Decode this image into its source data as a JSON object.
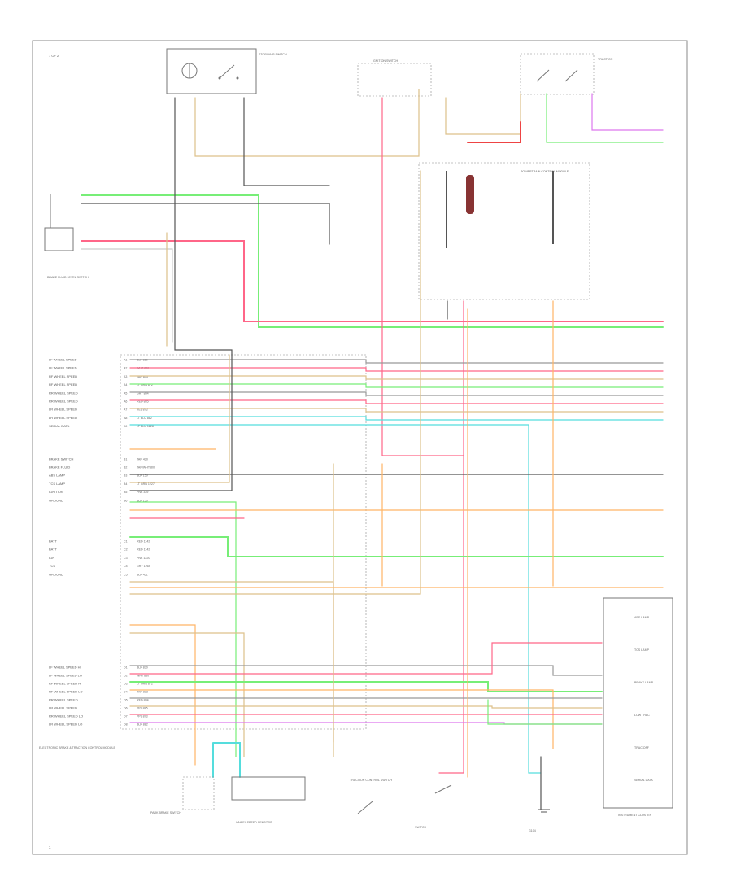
{
  "diagram": {
    "system_label": "1 OF 2",
    "page_tag": "1",
    "colors": {
      "grn": "#77ee77",
      "pnk": "#ff6688",
      "blk": "#555555",
      "tan": "#ddc08a",
      "gry": "#999999",
      "ltblu": "#55dddd",
      "ppl": "#dd77ee",
      "org": "#ffb566",
      "red": "#ee4444",
      "wht": "#cccccc"
    },
    "components": {
      "stoplamp_switch": "STOPLAMP SWITCH",
      "ignition_switch": "IGNITION SWITCH",
      "brake_fluid_switch": "BRAKE FLUID LEVEL SWITCH",
      "ebcm": "ELECTRONIC BRAKE & TRACTION CONTROL MODULE",
      "pcm": "POWERTRAIN CONTROL MODULE",
      "traction_switch": "TRACTION CONTROL SWITCH",
      "park_brake_switch": "PARK BRAKE SWITCH",
      "wheel_speed_sensors": "WHEEL SPEED SENSORS",
      "right_connector": "INSTRUMENT CLUSTER",
      "ground": "G104"
    },
    "ebcm_pins": [
      {
        "label": "LF WHEEL SPEED",
        "pin": "A1",
        "wire": "BLK 830"
      },
      {
        "label": "LF WHEEL SPEED",
        "pin": "A2",
        "wire": "WHT 830"
      },
      {
        "label": "RF WHEEL SPEED",
        "pin": "A3",
        "wire": "TAN 833"
      },
      {
        "label": "RF WHEEL SPEED",
        "pin": "A4",
        "wire": "LT GRN 872"
      },
      {
        "label": "RR WHEEL SPEED",
        "pin": "A5",
        "wire": "GRY 884"
      },
      {
        "label": "RR WHEEL SPEED",
        "pin": "A6",
        "wire": "RED 885"
      },
      {
        "label": "LR WHEEL SPEED",
        "pin": "A7",
        "wire": "YEL 873"
      },
      {
        "label": "LR WHEEL SPEED",
        "pin": "A8",
        "wire": "LT BLU 882"
      },
      {
        "label": "SERIAL DATA",
        "pin": "A9",
        "wire": "LT BLU 1228"
      },
      {
        "label": "BRAKE SWITCH",
        "pin": "B1",
        "wire": "TAN 420"
      },
      {
        "label": "BRAKE FLUID",
        "pin": "B2",
        "wire": "TAN/WHT 800"
      },
      {
        "label": "ABS LAMP",
        "pin": "B3",
        "wire": "BLK 150"
      },
      {
        "label": "TCS LAMP",
        "pin": "B4",
        "wire": "LT GRN 1227"
      },
      {
        "label": "IGNITION",
        "pin": "B5",
        "wire": "PNK 339"
      },
      {
        "label": "GROUND",
        "pin": "B6",
        "wire": "BLK 150"
      },
      {
        "label": "BATT",
        "pin": "C1",
        "wire": "RED 1142"
      },
      {
        "label": "BATT",
        "pin": "C2",
        "wire": "RED 1142"
      },
      {
        "label": "IGN",
        "pin": "C3",
        "wire": "PNK 1220"
      },
      {
        "label": "TCS",
        "pin": "C4",
        "wire": "GRY 1264"
      },
      {
        "label": "GROUND",
        "pin": "C5",
        "wire": "BLK 451"
      }
    ],
    "wheel_pins": [
      {
        "label": "LF WHEEL SPEED HI",
        "pin": "D1",
        "wire": "BLK 830"
      },
      {
        "label": "LF WHEEL SPEED LO",
        "pin": "D2",
        "wire": "WHT 830"
      },
      {
        "label": "RF WHEEL SPEED HI",
        "pin": "D3",
        "wire": "LT GRN 872"
      },
      {
        "label": "RF WHEEL SPEED LO",
        "pin": "D4",
        "wire": "TAN 833"
      },
      {
        "label": "RR WHEEL SPEED",
        "pin": "D5",
        "wire": "RED 884"
      },
      {
        "label": "LR WHEEL SPEED",
        "pin": "D6",
        "wire": "PPL 885"
      },
      {
        "label": "RR WHEEL SPEED LO",
        "pin": "D7",
        "wire": "PPL 873"
      },
      {
        "label": "LR WHEEL SPEED LO",
        "pin": "D8",
        "wire": "BLK 882"
      }
    ],
    "right_labels": [
      "ABS LAMP",
      "TCS LAMP",
      "BRAKE LAMP",
      "LOW TRAC",
      "TRAC OFF",
      "SERIAL DATA"
    ]
  }
}
